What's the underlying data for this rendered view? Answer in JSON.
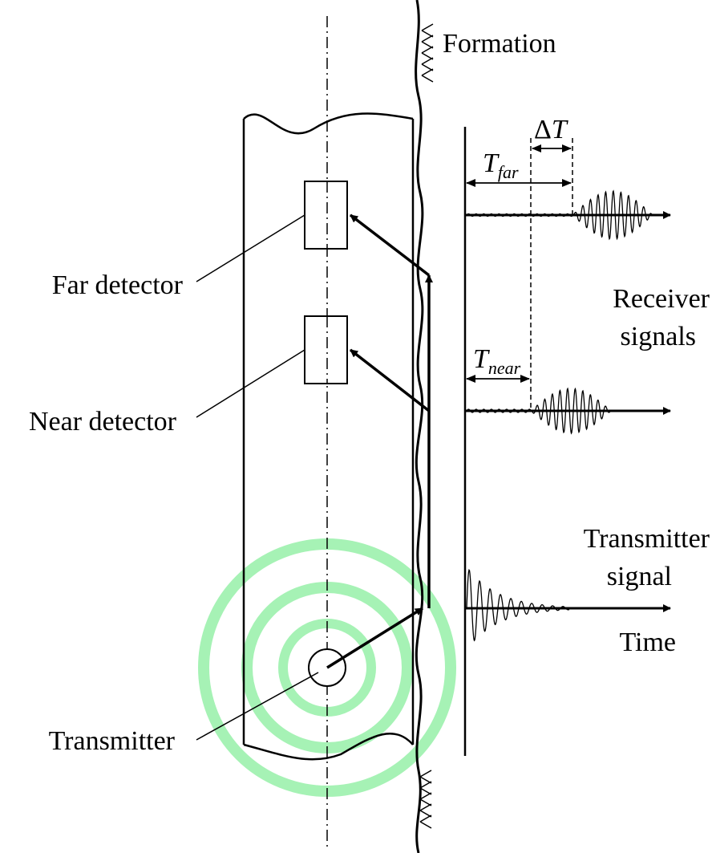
{
  "labels": {
    "formation": "Formation",
    "far_detector": "Far detector",
    "near_detector": "Near detector",
    "transmitter": "Transmitter",
    "receiver_signals_line1": "Receiver",
    "receiver_signals_line2": "signals",
    "transmitter_signal_line1": "Transmitter",
    "transmitter_signal_line2": "signal",
    "time_axis": "Time",
    "delta_t_symbol": "Δ",
    "delta_t_letter": "T",
    "t_far_letter": "T",
    "t_far_subscript": "far",
    "t_near_letter": "T",
    "t_near_subscript": "near"
  },
  "colors": {
    "wave_rings": "#a6f2b5",
    "line": "#000000"
  }
}
